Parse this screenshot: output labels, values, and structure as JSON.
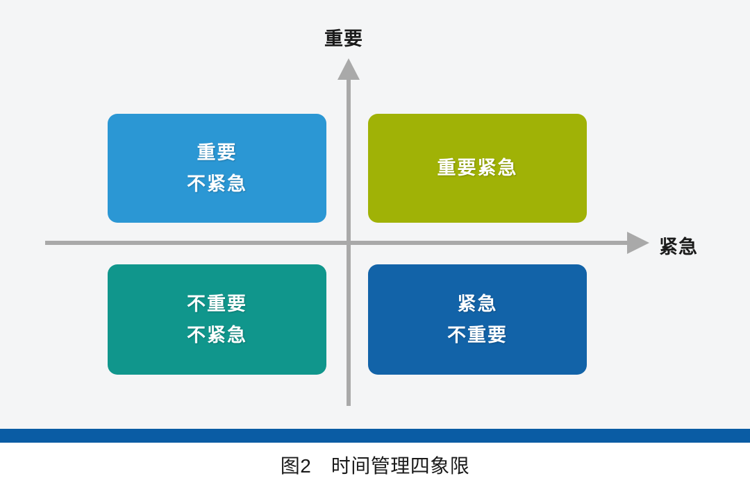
{
  "figure": {
    "background_color": "#f4f5f6",
    "axes": {
      "vertical_label": "重要",
      "horizontal_label": "紧急",
      "axis_color": "#a9a9a9"
    },
    "quadrants": [
      {
        "id": "important-not-urgent",
        "position": "top-left",
        "lines": [
          "重要",
          "不紧急"
        ],
        "color": "#2b97d4",
        "shadow_color": "#1b6e9e"
      },
      {
        "id": "important-urgent",
        "position": "top-right",
        "lines": [
          "重要紧急"
        ],
        "color": "#a0b206",
        "shadow_color": "#7c8a05"
      },
      {
        "id": "not-important-not-urgent",
        "position": "bottom-left",
        "lines": [
          "不重要",
          "不紧急"
        ],
        "color": "#10968c",
        "shadow_color": "#0b6d66"
      },
      {
        "id": "urgent-not-important",
        "position": "bottom-right",
        "lines": [
          "紧急",
          "不重要"
        ],
        "color": "#1263a8",
        "shadow_color": "#0d4a7d"
      }
    ]
  },
  "accent_bar": {
    "color": "#0a5ca4"
  },
  "caption": {
    "text": "图2　时间管理四象限"
  },
  "chart_data": {
    "type": "diagram",
    "title": "图2　时间管理四象限",
    "xlabel": "紧急",
    "ylabel": "重要",
    "categories": [
      "重要\n不紧急",
      "重要紧急",
      "不重要\n不紧急",
      "紧急\n不重要"
    ],
    "quadrant_map": {
      "top-left": "重要 / 不紧急",
      "top-right": "重要紧急",
      "bottom-left": "不重要 / 不紧急",
      "bottom-right": "紧急 / 不重要"
    },
    "legend": [],
    "grid": false
  }
}
